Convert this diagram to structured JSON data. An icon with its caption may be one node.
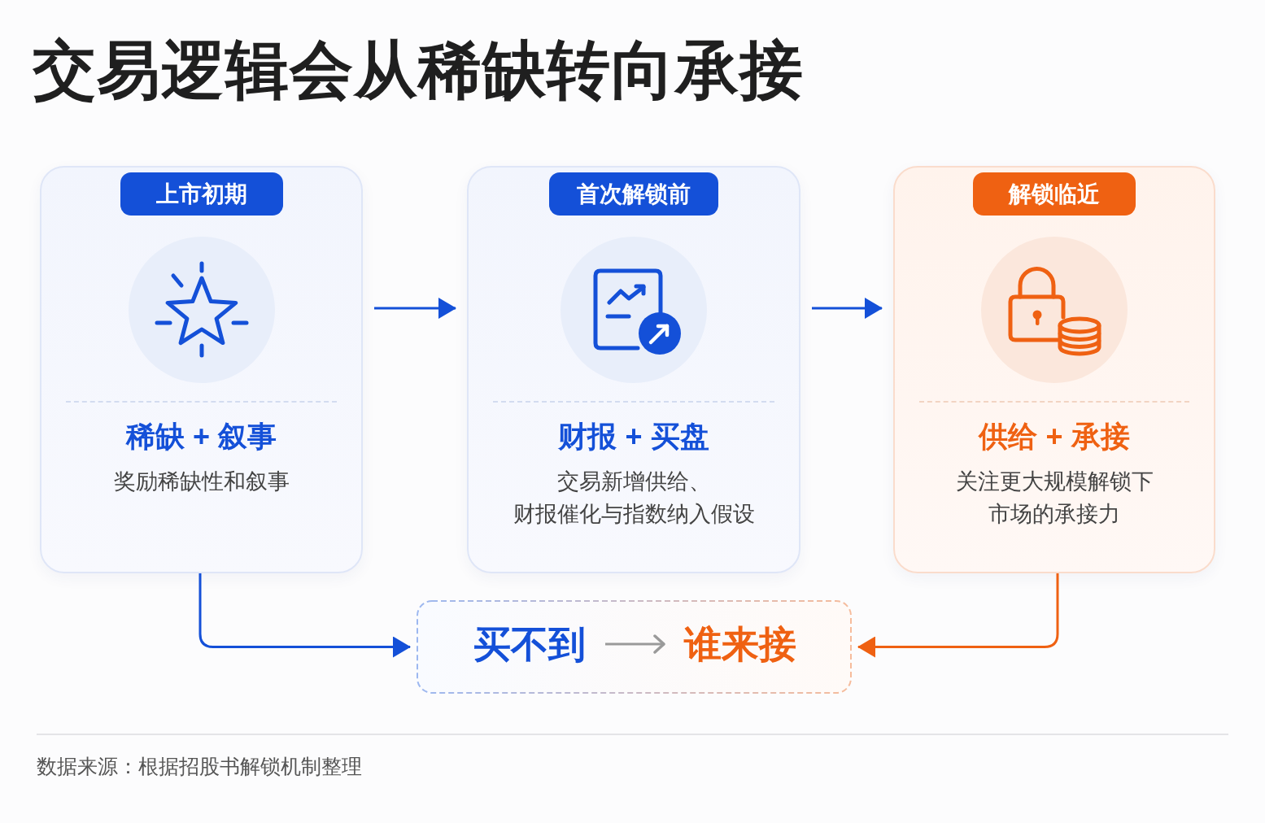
{
  "diagram": {
    "title": "交易逻辑会从稀缺转向承接",
    "nodes": [
      {
        "text": [
          "稀缺 + 叙事",
          "奖励稀缺性和叙事"
        ]
      },
      {
        "text": [
          "上市初期"
        ],
        "in": 0
      },
      {
        "text": [
          "财报 + 买盘",
          "交易新增供给、财报催化与指数纳入假设"
        ]
      },
      {
        "text": [
          "首次解锁前"
        ],
        "in": 2
      },
      {
        "text": [
          "供给 + 承接",
          "关注更大规模解锁下市场的承接力"
        ]
      },
      {
        "text": [
          "解锁临近"
        ],
        "in": 4
      },
      {
        "text": [],
        "shape": "box"
      },
      {
        "text": [
          "买不到"
        ],
        "in": 6
      },
      {
        "text": [
          "谁来接"
        ],
        "in": 6
      }
    ],
    "edges": [
      {
        "from": 0,
        "to": 2,
        "arrow": "to"
      },
      {
        "from": 2,
        "to": 4,
        "arrow": "to"
      },
      {
        "from": 0,
        "to": 6,
        "arrow": "to"
      },
      {
        "from": 4,
        "to": 6,
        "arrow": "to",
        "color": "#ef6112"
      },
      {
        "from": 7,
        "to": 8,
        "arrow": "to",
        "color": "#9a9a9a"
      }
    ],
    "caption": "数据来源：根据招股书解锁机制整理"
  }
}
